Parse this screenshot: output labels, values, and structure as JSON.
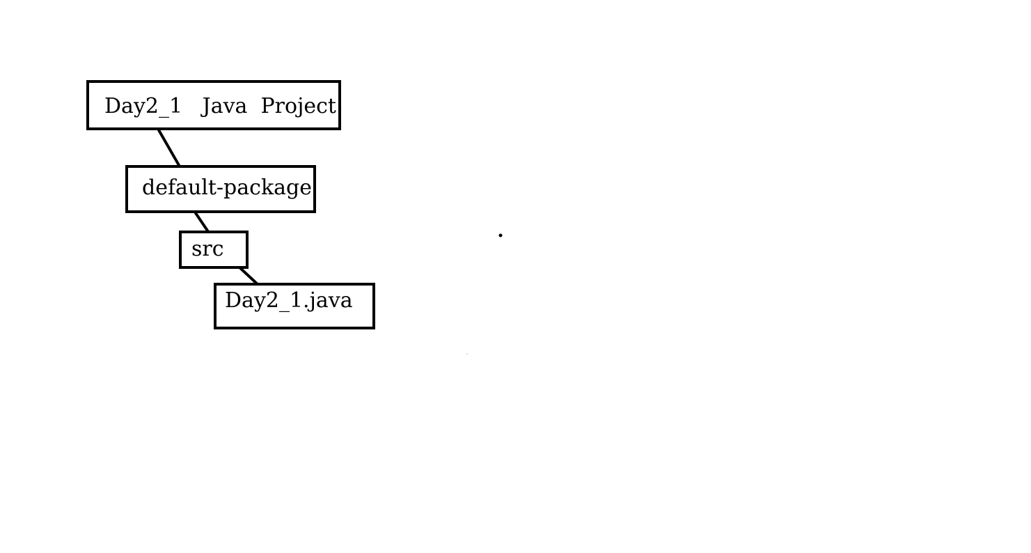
{
  "nodes": {
    "project": "Day2_1   Java  Project",
    "package": "default-package",
    "src": "src",
    "file": "Day2_1.java"
  },
  "colors": {
    "stroke": "#000000",
    "background": "#ffffff"
  }
}
